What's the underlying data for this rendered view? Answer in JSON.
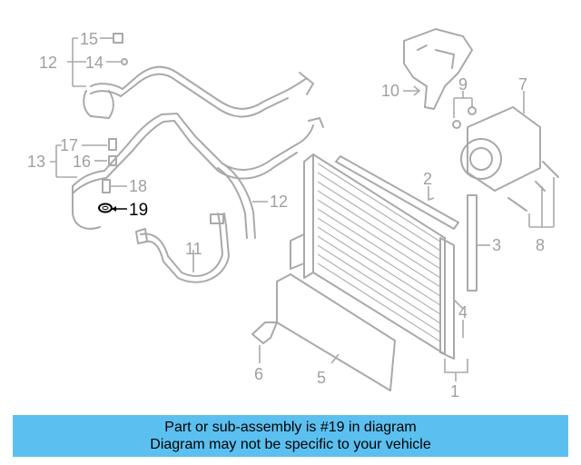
{
  "diagram": {
    "callouts": {
      "c1": "1",
      "c2": "2",
      "c3": "3",
      "c4": "4",
      "c5": "5",
      "c6": "6",
      "c7": "7",
      "c8": "8",
      "c9": "9",
      "c10": "10",
      "c11": "11",
      "c12a": "12",
      "c12b": "12",
      "c13": "13",
      "c14": "14",
      "c15": "15",
      "c16": "16",
      "c17": "17",
      "c18": "18",
      "c19": "19"
    },
    "highlighted_part": "19"
  },
  "banner": {
    "line1": "Part or sub-assembly is #19 in diagram",
    "line2": "Diagram may not be specific to your vehicle",
    "color": "#5bc0f0"
  }
}
